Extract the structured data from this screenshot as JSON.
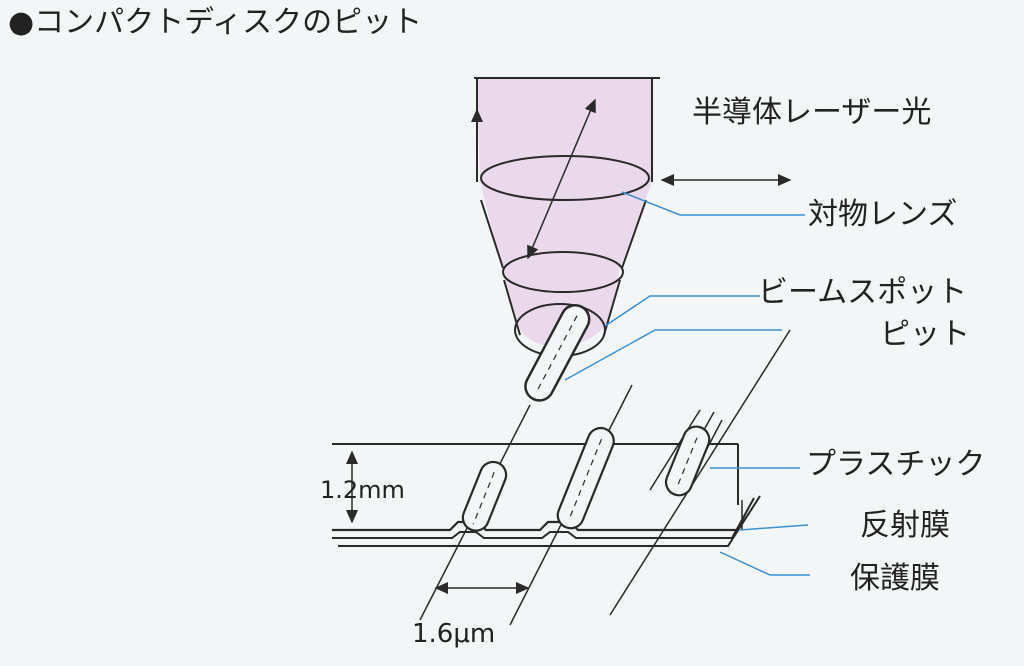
{
  "title": "●コンパクトディスクのピット",
  "labels": {
    "laser": "半導体レーザー光",
    "objective_lens": "対物レンズ",
    "beam_spot": "ビームスポット",
    "pit": "ピット",
    "plastic": "プラスチック",
    "reflective_film": "反射膜",
    "protective_film": "保護膜"
  },
  "dimensions": {
    "thickness": "1.2mm",
    "track_pitch": "1.6μm"
  },
  "colors": {
    "background": "#f3f6f6",
    "line": "#2a2a2a",
    "leader": "#3a8fd6",
    "beam_fill": "#ead9ea"
  }
}
